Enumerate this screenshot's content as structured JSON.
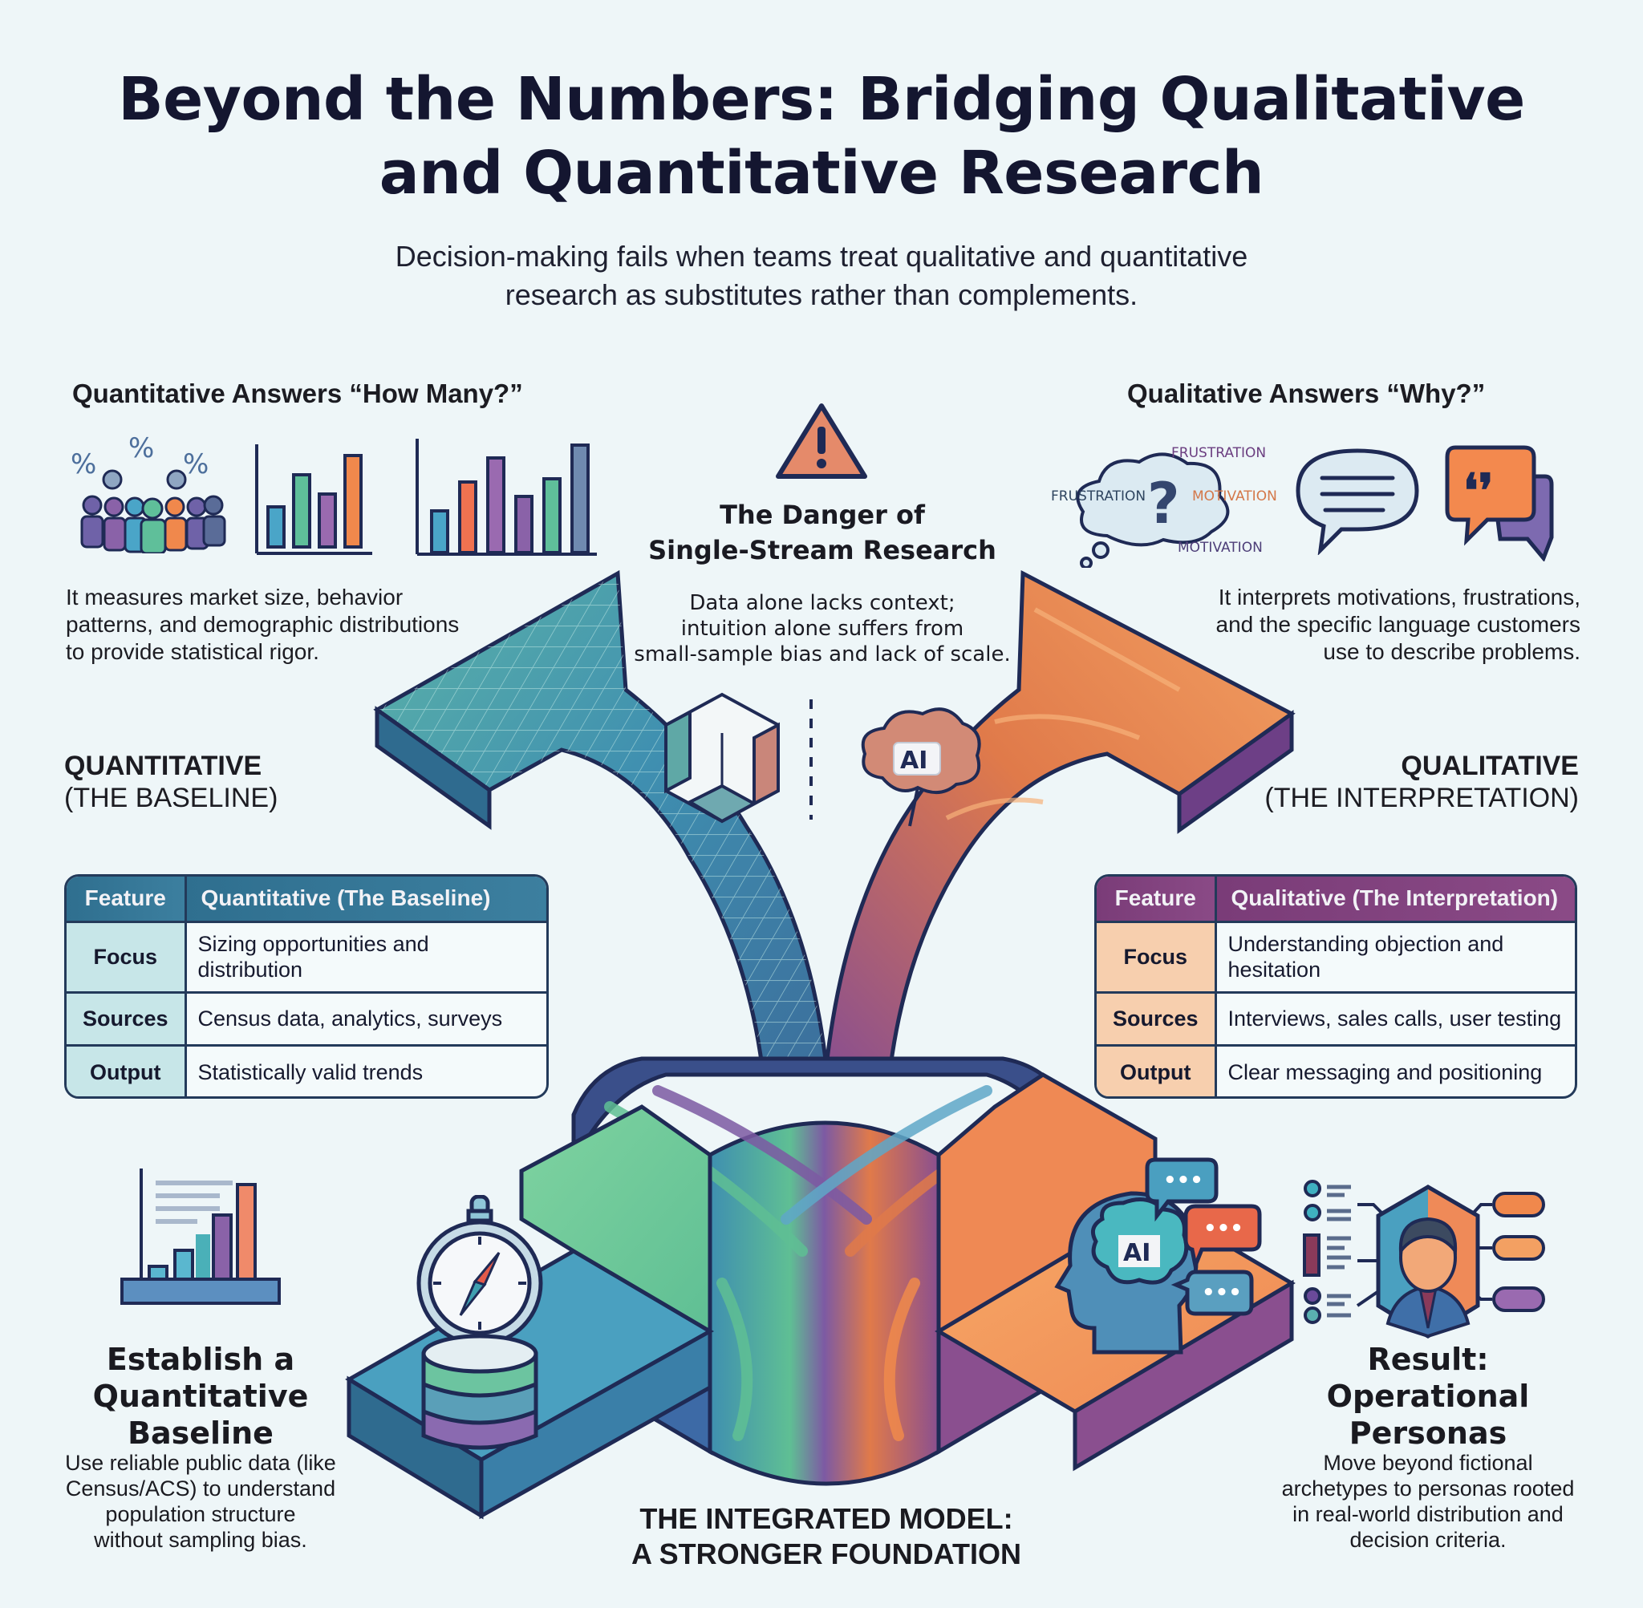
{
  "header": {
    "title_line1": "Beyond the Numbers: Bridging Qualitative",
    "title_line2": "and Quantitative Research",
    "subtitle_line1": "Decision-making fails when teams treat qualitative and quantitative",
    "subtitle_line2": "research as substitutes rather than complements."
  },
  "quantitative": {
    "heading": "Quantitative Answers “How Many?”",
    "icons": [
      "people-percent-icon",
      "bar-chart-icon",
      "bar-chart-icon"
    ],
    "percent_glyph": "%",
    "description_lines": [
      "It measures market size, behavior",
      "patterns, and demographic distributions",
      "to provide statistical rigor."
    ],
    "label_line1": "QUANTITATIVE",
    "label_line2": "(THE BASELINE)",
    "table": {
      "headers": [
        "Feature",
        "Quantitative (The Baseline)"
      ],
      "rows": [
        {
          "feature": "Focus",
          "value_line1": "Sizing opportunities and",
          "value_line2": "distribution"
        },
        {
          "feature": "Sources",
          "value_line1": "Census data, analytics, surveys",
          "value_line2": ""
        },
        {
          "feature": "Output",
          "value_line1": "Statistically valid trends",
          "value_line2": ""
        }
      ]
    }
  },
  "qualitative": {
    "heading": "Qualitative Answers “Why?”",
    "cloud_words": [
      "FRUSTRATION",
      "FRUSTRATION",
      "MOTIVATION",
      "MOTIVATION"
    ],
    "question_glyph": "?",
    "quote_glyph": "❛❜",
    "description_lines": [
      "It interprets motivations, frustrations,",
      "and the specific language customers",
      "use to describe problems."
    ],
    "label_line1": "QUALITATIVE",
    "label_line2": "(THE INTERPRETATION)",
    "table": {
      "headers": [
        "Feature",
        "Qualitative (The Interpretation)"
      ],
      "rows": [
        {
          "feature": "Focus",
          "value_line1": "Understanding objection and",
          "value_line2": "hesitation"
        },
        {
          "feature": "Sources",
          "value_line1": "Interviews, sales calls, user testing",
          "value_line2": ""
        },
        {
          "feature": "Output",
          "value_line1": "Clear messaging and positioning",
          "value_line2": ""
        }
      ]
    }
  },
  "danger": {
    "warning_glyph": "!",
    "heading_line1": "The Danger of",
    "heading_line2": "Single-Stream Research",
    "body_lines": [
      "Data alone lacks context;",
      "intuition alone suffers from",
      "small-sample bias and lack of scale."
    ],
    "ai_label": "AI"
  },
  "steps": {
    "left": {
      "heading_lines": [
        "Establish a",
        "Quantitative",
        "Baseline"
      ],
      "body_lines": [
        "Use reliable public data (like",
        "Census/ACS) to understand",
        "population structure",
        "without sampling bias."
      ]
    },
    "right": {
      "heading_lines": [
        "Result:",
        "Operational",
        "Personas"
      ],
      "body_lines": [
        "Move beyond fictional",
        "archetypes to personas rooted",
        "in real-world distribution and",
        "decision criteria."
      ],
      "ai_label": "AI",
      "chat_glyph": "•••"
    }
  },
  "footer": {
    "line1": "THE INTEGRATED MODEL:",
    "line2": "A STRONGER FOUNDATION"
  },
  "colors": {
    "background": "#eef6f8",
    "ink": "#1c2340",
    "teal": "#3fa7a6",
    "green": "#6cc48c",
    "blue": "#3d8fc7",
    "purple": "#7d5aa3",
    "orange": "#f08a4b",
    "coral": "#e3665a",
    "quant_header": "#2f6f8f",
    "qual_header": "#7a3c78"
  }
}
